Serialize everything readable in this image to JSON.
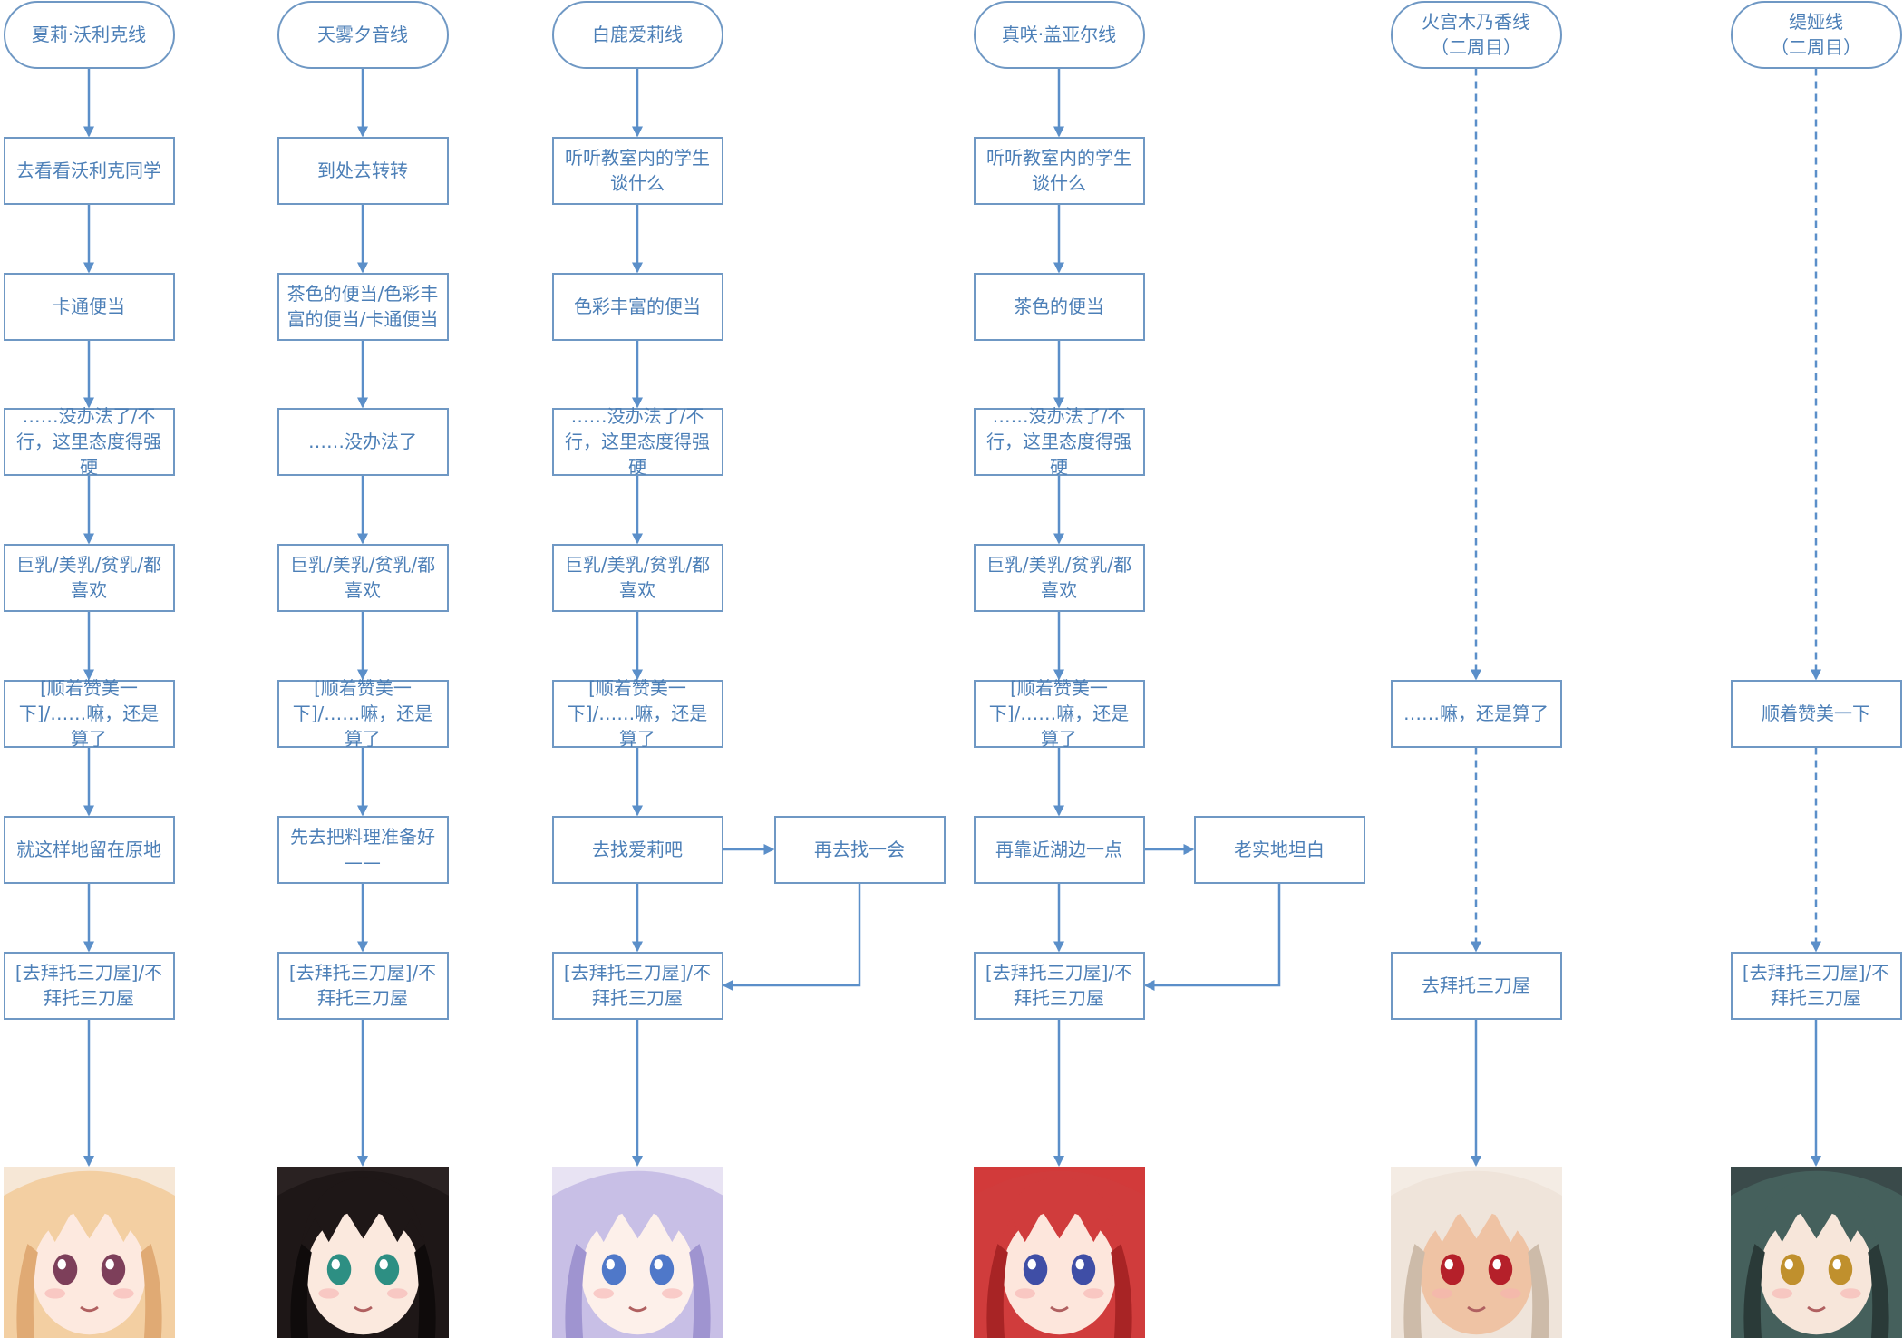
{
  "routes": [
    {
      "key": "sharil",
      "title": "夏莉·沃利克线",
      "portrait_icon": "character-portrait-blonde",
      "colors": {
        "bg": "#f6e7d6",
        "hair": "#f3cfa2",
        "hair_dark": "#e0aa74",
        "skin": "#fde9df",
        "eye": "#7d3f5a"
      },
      "nodes": [
        "去看看沃利克同学",
        "卡通便当",
        "……没办法了/不行，这里态度得强硬",
        "巨乳/美乳/贫乳/都喜欢",
        "[顺着赞美一下]/……嘛，还是算了",
        "就这样地留在原地",
        "[去拜托三刀屋]/不拜托三刀屋"
      ]
    },
    {
      "key": "amagiri",
      "title": "天雾夕音线",
      "portrait_icon": "character-portrait-black-hair",
      "colors": {
        "bg": "#2a2222",
        "hair": "#1e1717",
        "hair_dark": "#0f0b0b",
        "skin": "#fbe9de",
        "eye": "#2d8f83"
      },
      "nodes": [
        "到处去转转",
        "茶色的便当/色彩丰富的便当/卡通便当",
        "……没办法了",
        "巨乳/美乳/贫乳/都喜欢",
        "[顺着赞美一下]/……嘛，还是算了",
        "先去把料理准备好——",
        "[去拜托三刀屋]/不拜托三刀屋"
      ]
    },
    {
      "key": "hakuroku",
      "title": "白鹿爱莉线",
      "portrait_icon": "character-portrait-lavender-hair",
      "colors": {
        "bg": "#e8e3f3",
        "hair": "#c8bfe6",
        "hair_dark": "#9f94d0",
        "skin": "#fdf0ea",
        "eye": "#4f78c9"
      },
      "nodes": [
        "听听教室内的学生谈什么",
        "色彩丰富的便当",
        "……没办法了/不行，这里态度得强硬",
        "巨乳/美乳/贫乳/都喜欢",
        "[顺着赞美一下]/……嘛，还是算了",
        "去找爱莉吧",
        "[去拜托三刀屋]/不拜托三刀屋"
      ],
      "branch": "再去找一会"
    },
    {
      "key": "masaki",
      "title": "真咲·盖亚尔线",
      "portrait_icon": "character-portrait-red-hair",
      "colors": {
        "bg": "#d23a3a",
        "hair": "#d03c3c",
        "hair_dark": "#a82425",
        "skin": "#fde6dc",
        "eye": "#3f4ea6"
      },
      "nodes": [
        "听听教室内的学生谈什么",
        "茶色的便当",
        "……没办法了/不行，这里态度得强硬",
        "巨乳/美乳/贫乳/都喜欢",
        "[顺着赞美一下]/……嘛，还是算了",
        "再靠近湖边一点",
        "[去拜托三刀屋]/不拜托三刀屋"
      ],
      "branch": "老实地坦白"
    },
    {
      "key": "himiya",
      "title": "火宫木乃香线\n（二周目）",
      "portrait_icon": "character-portrait-silver-hair",
      "colors": {
        "bg": "#f4ece4",
        "hair": "#efe4da",
        "hair_dark": "#cdbba9",
        "skin": "#efc3a4",
        "eye": "#b5202a"
      },
      "nodes": [
        "……嘛，还是算了",
        "去拜托三刀屋"
      ]
    },
    {
      "key": "tia",
      "title": "缇娅线\n（二周目）",
      "portrait_icon": "character-portrait-teal-hair",
      "colors": {
        "bg": "#3a4a4a",
        "hair": "#45605c",
        "hair_dark": "#2a3a38",
        "skin": "#f7e6da",
        "eye": "#c0902d"
      },
      "nodes": [
        "顺着赞美一下",
        "[去拜托三刀屋]/不拜托三刀屋"
      ]
    }
  ],
  "colors": {
    "line": "#5b8fc9",
    "border": "#6f98c4",
    "text": "#4c7fb7"
  }
}
